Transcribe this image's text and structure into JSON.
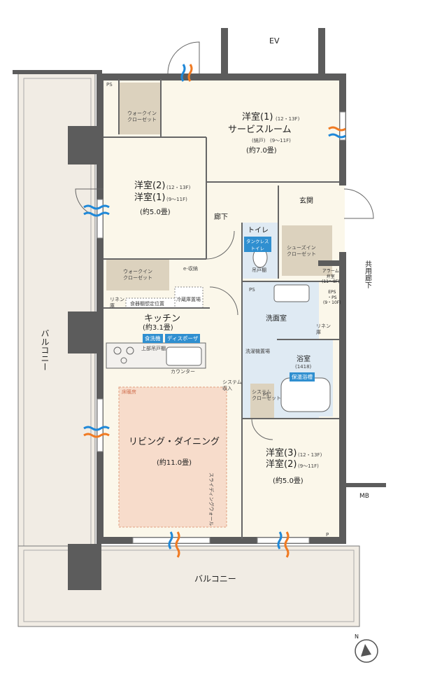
{
  "colors": {
    "wall": "#5c5c5c",
    "floor": "#fbf7ea",
    "balcony": "#f1ece4",
    "wetarea": "#dfeaf3",
    "closet": "#dcd2be",
    "floorheat": "#f7dccb",
    "tagblue": "#2f8fd0",
    "vent_blue": "#1f88d8",
    "vent_orange": "#f07a22"
  },
  "icons": {
    "vent": "ventilation-arrow-icon",
    "compass": "north-arrow-icon",
    "door": "door-swing-icon"
  },
  "labels": {
    "ev": "EV",
    "ps_top": "PS",
    "walkin_top": "ウォークイン\nクローゼット",
    "room1_name": "洋室(1)",
    "room1_floor": "(12・13F)",
    "room1_alt": "サービスルーム",
    "room1_alt_sub": "(納戸)",
    "room1_alt_floor": "(9〜11F)",
    "room1_area": "(約7.0畳)",
    "room2_name_a": "洋室(2)",
    "room2_floor_a": "(12・13F)",
    "room2_name_b": "洋室(1)",
    "room2_floor_b": "(9〜11F)",
    "room2_area": "(約5.0畳)",
    "corridor": "廊下",
    "entrance": "玄関",
    "toilet": "トイレ",
    "toilet_tag": "タンクレス\nトイレ",
    "shoes_closet": "シューズイン\nクローゼット",
    "hanger_shelf": "吊戸棚",
    "walkin_mid": "ウォークイン\nクローゼット",
    "e_storage": "e-収納",
    "linen": "リネン\n庫",
    "dish_shelf": "食器棚想定位置",
    "fridge": "冷蔵庫置場",
    "kitchen": "キッチン",
    "kitchen_area": "(約3.1畳)",
    "dishwasher_tag": "食洗機",
    "disposer_tag": "ディスポーザ",
    "upper_cabinet": "上部吊戸棚",
    "counter": "カウンター",
    "ps_mid": "PS",
    "washroom": "洗面室",
    "linen_right": "リネン\n庫",
    "washer": "洗濯機置場",
    "bathroom": "浴室",
    "bathroom_size": "(1418)",
    "bath_tag": "保温浴槽",
    "ps_bath": "PS",
    "system_storage": "システム\n収入",
    "system_closet": "システム\nクローゼット",
    "floor_heating": "床暖房",
    "living": "リビング・ダイニング",
    "living_area": "(約11.0畳)",
    "sliding_wall": "スライディングウォール",
    "room3_name_a": "洋室(3)",
    "room3_floor_a": "(12・13F)",
    "room3_name_b": "洋室(2)",
    "room3_floor_b": "(9〜11F)",
    "room3_area": "(約5.0畳)",
    "p_mark": "P",
    "alarm_valve": "アラーム\n弁室\n(11〜8F)",
    "eps_ps": "EPS\n・PS\n(9・10F)",
    "common_corridor": "共用廊下",
    "mb": "MB",
    "balcony_left": "バルコニー",
    "balcony_bottom": "バルコニー",
    "compass_n": "N"
  }
}
